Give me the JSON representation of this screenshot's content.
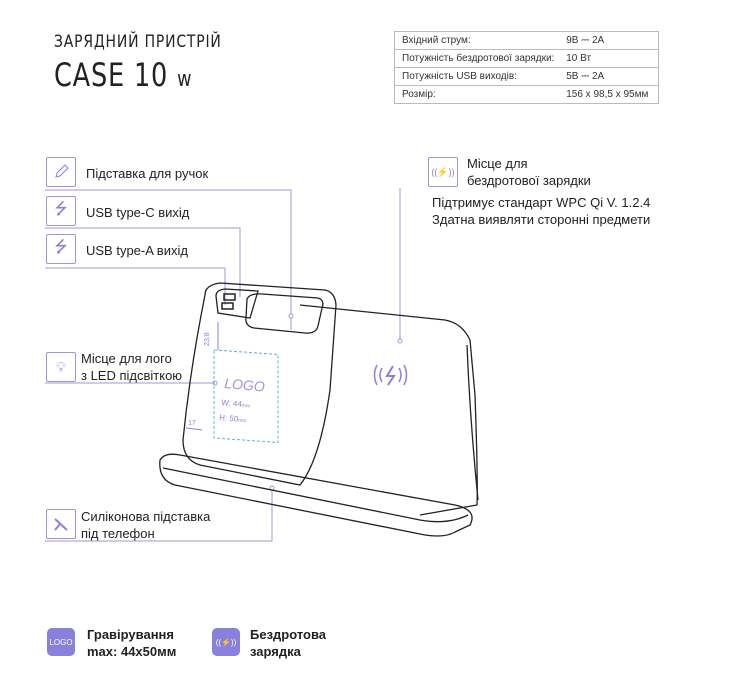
{
  "header": {
    "subtitle": "ЗАРЯДНИЙ ПРИСТРІЙ",
    "model": "CASE 10",
    "model_suffix": "w"
  },
  "specs": [
    {
      "label": "Вхідний струм:",
      "value": "9В ⎓ 2А"
    },
    {
      "label": "Потужність бездротової зарядки:",
      "value": "10 Вт"
    },
    {
      "label": "Потужність USB виходів:",
      "value": "5В ⎓ 2А"
    },
    {
      "label": "Розмір:",
      "value": "156 х 98,5 х 95мм"
    }
  ],
  "callouts": {
    "pen": {
      "icon": "pencil-icon",
      "label": "Підставка для ручок"
    },
    "usbc": {
      "icon": "usb-icon",
      "label": "USB type-C вихід"
    },
    "usba": {
      "icon": "usb-icon",
      "label": "USB type-A вихід"
    },
    "logo": {
      "icon": "bulb-icon",
      "line1": "Місце для лого",
      "line2": "з LED підсвіткою"
    },
    "silicone": {
      "icon": "phone-stand-icon",
      "line1": "Силіконова підставка",
      "line2": "під телефон"
    },
    "wireless": {
      "icon": "wireless-charging-icon",
      "line1": "Місце для",
      "line2": "бездротової зарядки",
      "desc1": "Підтримує стандарт WPC Qi V. 1.2.4",
      "desc2": "Здатна виявляти сторонні предмети"
    }
  },
  "drawing": {
    "logo_text": "LOGO",
    "width": "W: 44",
    "height": "H: 50",
    "unit": "mm",
    "dim_top": "23,8",
    "dim_left": "17"
  },
  "features": [
    {
      "badge": "LOGO",
      "line1": "Гравірування",
      "line2": "max: 44x50мм"
    },
    {
      "badge": "((⚡))",
      "line1": "Бездротова",
      "line2": "зарядка"
    }
  ],
  "colors": {
    "accent": "#8b7fdc",
    "line": "#9d97d9",
    "dashed": "#5ab4d6"
  }
}
